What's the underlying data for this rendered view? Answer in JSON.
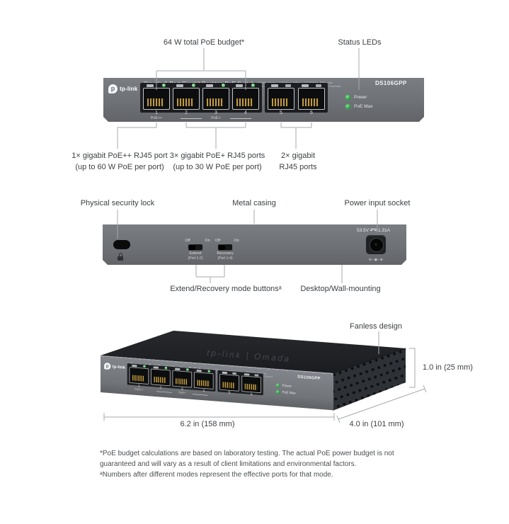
{
  "front_view": {
    "budget_label": "64 W total PoE budget*",
    "status_label": "Status LEDs",
    "callouts": {
      "port1": [
        "1× gigabit PoE++ RJ45 port",
        "(up to 60 W PoE per port)"
      ],
      "poe_plus": [
        "3× gigabit PoE+ RJ45 ports",
        "(up to 30 W PoE per port)"
      ],
      "uplink": [
        "2× gigabit",
        "RJ45 ports"
      ]
    }
  },
  "panel": {
    "brand": "tp-link",
    "brand_mark": "p",
    "title": "Omada 6-Port Gigabit Desktop PoE Switch",
    "model": "DS106GPP",
    "legend": [
      "Left LED: Green = 1000Mbps, Yellow = 10/100Mbps, Blink = Act",
      "Right LED (PoE): On = PoE Powered, Flashing Green = PoE Overload"
    ],
    "led_power": "Power",
    "led_poe_max": "PoE Max",
    "port_numbers": [
      "1",
      "2",
      "3",
      "4",
      "5",
      "6"
    ],
    "poe_pp": "PoE++",
    "poe_p": "PoE+"
  },
  "back_view": {
    "labels": {
      "lock": "Physical security lock",
      "casing": "Metal casing",
      "socket": "Power input socket",
      "modes": "Extend/Recovery mode buttonsᵃ",
      "mount": "Desktop/Wall-mounting"
    },
    "toggle_off": "Off",
    "toggle_on": "On",
    "toggle1_name": "Extend",
    "toggle1_ports": "(Port 1-2)",
    "toggle2_name": "Recovery",
    "toggle2_ports": "(Port 1-4)",
    "dc_voltage": "53.5V",
    "dc_current": "1.31A",
    "polarity": "⊖–◉–⊕"
  },
  "iso_view": {
    "fanless": "Fanless design",
    "dim_height": "1.0 in (25 mm)",
    "dim_width": "6.2 in (158 mm)",
    "dim_depth": "4.0 in (101 mm)",
    "top_logo": "tp-link | Omada"
  },
  "footnotes": [
    "*PoE budget calculations are based on laboratory testing. The actual PoE power budget is not",
    "guaranteed and will vary as a result of client limitations and environmental factors.",
    "ᵃNumbers after different modes represent the effective ports for that mode."
  ]
}
